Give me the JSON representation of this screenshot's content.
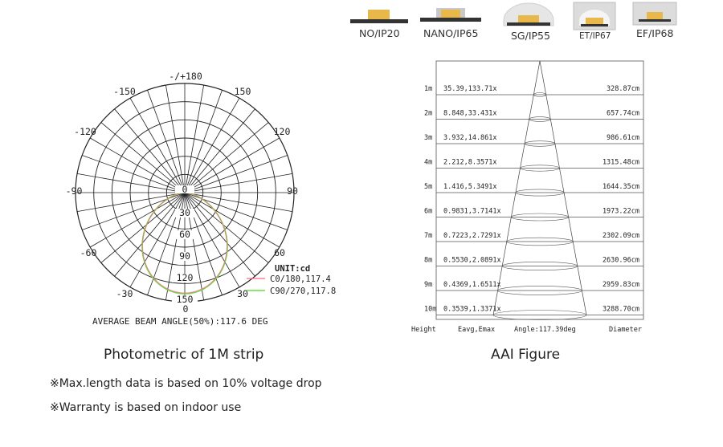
{
  "ip_ratings": [
    {
      "label": "NO/IP20"
    },
    {
      "label": "NANO/IP65"
    },
    {
      "label": "SG/IP55"
    },
    {
      "label": "ET/IP67"
    },
    {
      "label": "EF/IP68"
    }
  ],
  "polar": {
    "angle_labels": {
      "top": "-/+180",
      "n150": "-150",
      "p150": "150",
      "n120": "-120",
      "p120": "120",
      "n90": "-90",
      "p90": "90",
      "n60": "-60",
      "p60": "60",
      "n30": "-30",
      "p30": "30",
      "bottom": "0"
    },
    "radial_labels": [
      "0",
      "30",
      "60",
      "90",
      "120",
      "150"
    ],
    "unit": "UNIT:cd",
    "legend": [
      {
        "label": "C0/180,117.4",
        "color": "#ff6688"
      },
      {
        "label": "C90/270,117.8",
        "color": "#66dd44"
      }
    ],
    "beam_angle": "AVERAGE BEAM ANGLE(50%):117.6 DEG"
  },
  "aai": {
    "rows": [
      {
        "height": "1m",
        "values": "35.39,133.71x",
        "diameter": "328.87cm"
      },
      {
        "height": "2m",
        "values": "8.848,33.431x",
        "diameter": "657.74cm"
      },
      {
        "height": "3m",
        "values": "3.932,14.861x",
        "diameter": "986.61cm"
      },
      {
        "height": "4m",
        "values": "2.212,8.3571x",
        "diameter": "1315.48cm"
      },
      {
        "height": "5m",
        "values": "1.416,5.3491x",
        "diameter": "1644.35cm"
      },
      {
        "height": "6m",
        "values": "0.9831,3.7141x",
        "diameter": "1973.22cm"
      },
      {
        "height": "7m",
        "values": "0.7223,2.7291x",
        "diameter": "2302.09cm"
      },
      {
        "height": "8m",
        "values": "0.5530,2.0891x",
        "diameter": "2630.96cm"
      },
      {
        "height": "9m",
        "values": "0.4369,1.6511x",
        "diameter": "2959.83cm"
      },
      {
        "height": "10m",
        "values": "0.3539,1.3371x",
        "diameter": "3288.70cm"
      }
    ],
    "footer": {
      "height": "Height",
      "values": "Eavg,Emax",
      "angle": "Angle:117.39deg",
      "diameter": "Diameter"
    }
  },
  "captions": {
    "photometric": "Photometric of 1M strip",
    "aai": "AAI Figure"
  },
  "notes": [
    "※Max.length data is based on 10% voltage drop",
    "※Warranty is based on indoor use"
  ]
}
